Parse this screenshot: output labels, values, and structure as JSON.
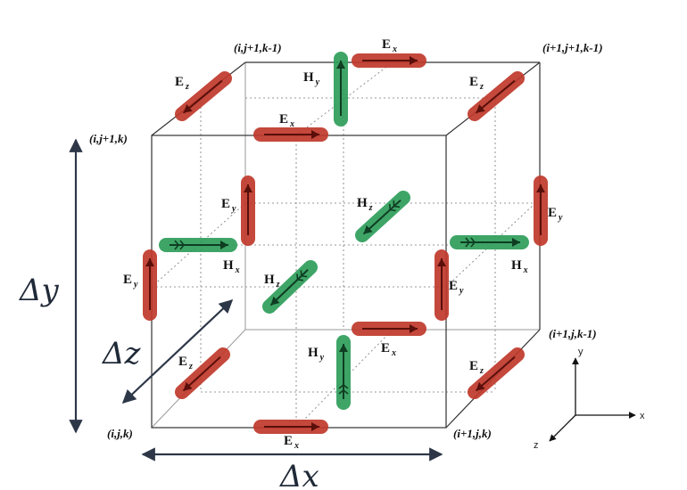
{
  "corners": {
    "i_j_k": "(i,j,k)",
    "i1_j_k": "(i+1,j,k)",
    "i_j1_k": "(i,j+1,k)",
    "i_j1_km1": "(i,j+1,k-1)",
    "i1_j1_km1": "(i+1,j+1,k-1)",
    "i1_j_km1": "(i+1,j,k-1)"
  },
  "fields": {
    "E": "E",
    "H": "H",
    "sub_x": "x",
    "sub_y": "y",
    "sub_z": "z"
  },
  "dimensions": {
    "dx": "Δx",
    "dy": "Δy",
    "dz": "Δz"
  },
  "axes": {
    "x": "x",
    "y": "y",
    "z": "z"
  },
  "colors": {
    "e_field": "#c0392b",
    "h_field": "#2e9e5b",
    "edges": "#333333",
    "dim_arrow": "#2d3748"
  }
}
